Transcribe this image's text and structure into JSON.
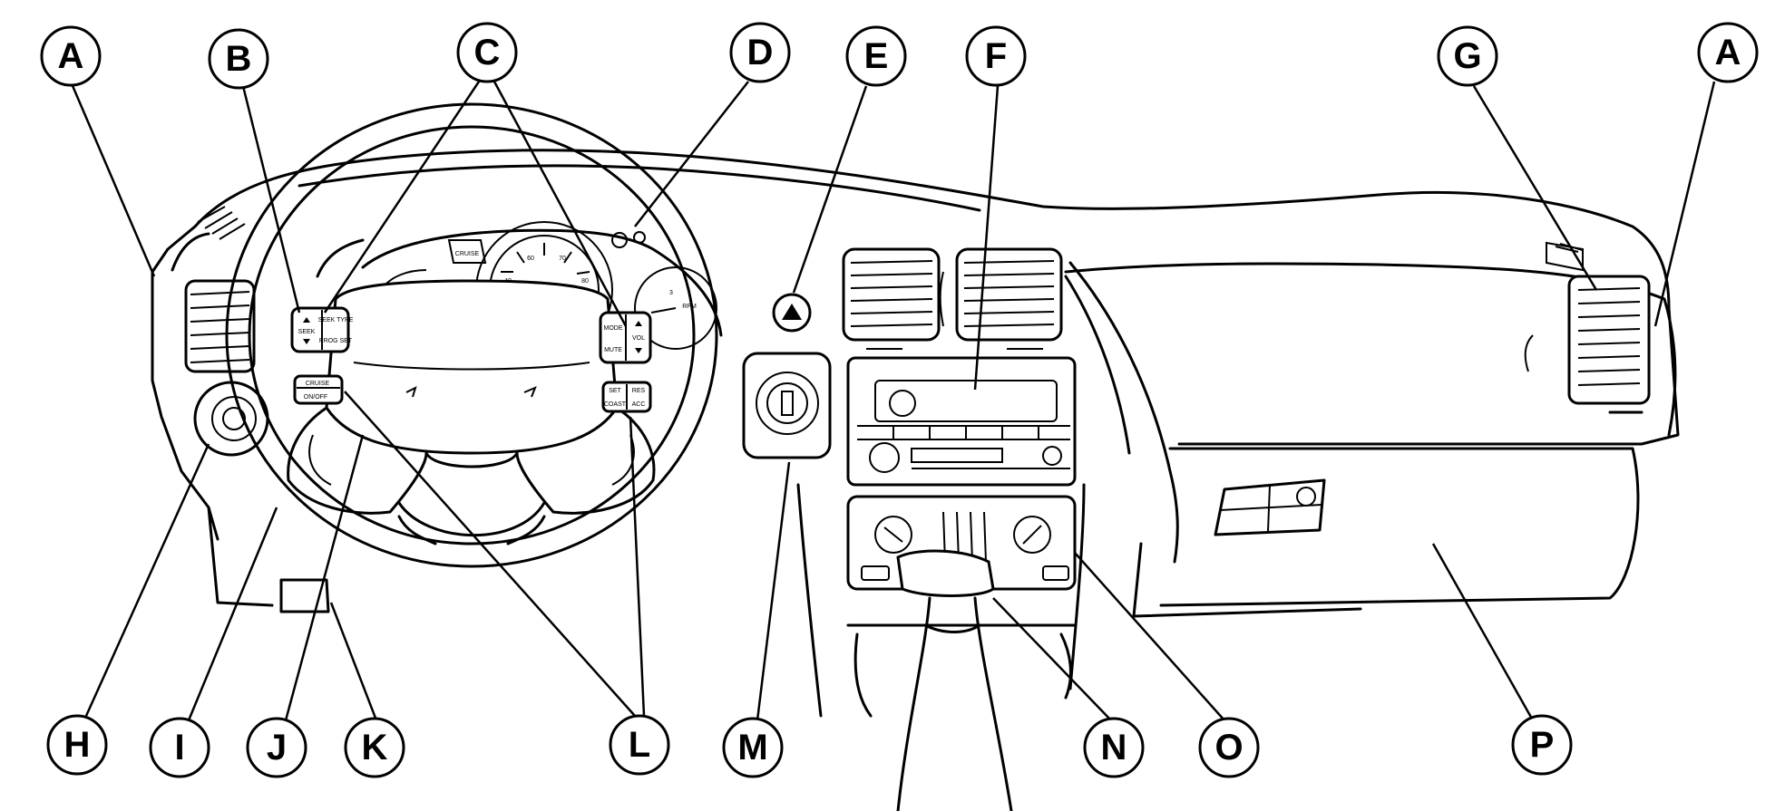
{
  "callouts": {
    "A1": "A",
    "B": "B",
    "C": "C",
    "D": "D",
    "E": "E",
    "F": "F",
    "G": "G",
    "A2": "A",
    "H": "H",
    "I": "I",
    "J": "J",
    "K": "K",
    "L": "L",
    "M": "M",
    "N": "N",
    "O": "O",
    "P": "P"
  },
  "controls": {
    "seek": "SEEK",
    "seek_type": "SEEK TYPE",
    "prog_set": "PROG SET",
    "mode": "MODE",
    "mute": "MUTE",
    "vol": "VOL",
    "cruise": "CRUISE",
    "on_off": "ON/OFF",
    "set": "SET",
    "coast": "COAST",
    "res": "RES",
    "acc": "ACC"
  }
}
